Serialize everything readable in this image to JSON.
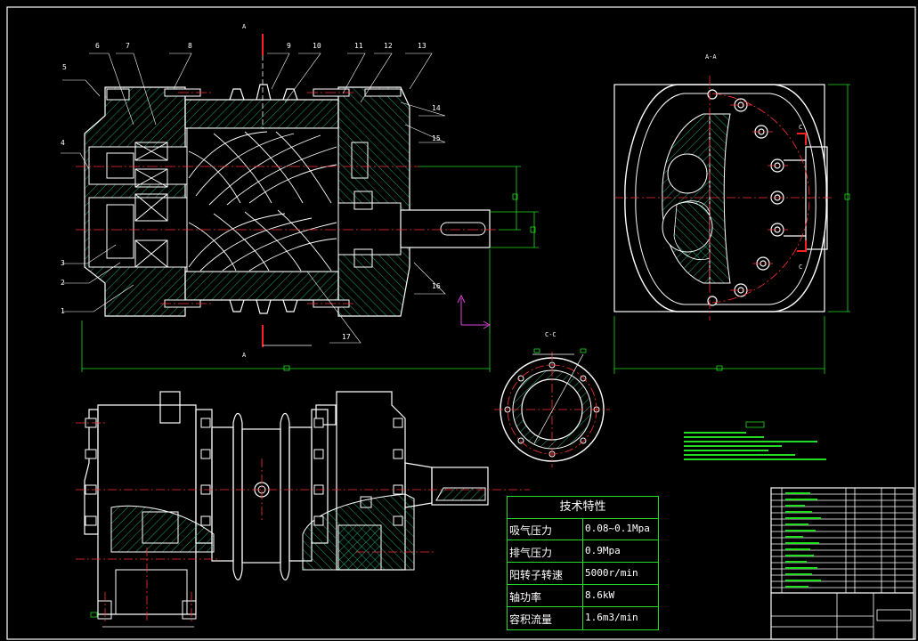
{
  "colors": {
    "background": "#000000",
    "outline": "#ffffff",
    "hatch": "#22cc99",
    "centerline": "#ff3030",
    "dimension": "#22dd22",
    "cut_marker": "#ff2020",
    "axis_gizmo": "#dd44dd"
  },
  "part_numbers": [
    "1",
    "2",
    "3",
    "4",
    "5",
    "6",
    "7",
    "8",
    "9",
    "10",
    "11",
    "12",
    "13",
    "14",
    "15",
    "16",
    "17"
  ],
  "section_labels": {
    "cut_top": "A",
    "cut_bottom": "A",
    "view_aa": "A-A",
    "view_cc": "C-C",
    "cut_c_top": "C",
    "cut_c_bottom": "C"
  },
  "spec_table": {
    "title": "技术特性",
    "rows": [
      {
        "key": "吸气压力",
        "value": "0.08~0.1Mpa"
      },
      {
        "key": "排气压力",
        "value": "0.9Mpa"
      },
      {
        "key": "阳转子转速",
        "value": "5000r/min"
      },
      {
        "key": "轴功率",
        "value": "8.6kW"
      },
      {
        "key": "容积流量",
        "value": "1.6m3/min"
      }
    ]
  }
}
